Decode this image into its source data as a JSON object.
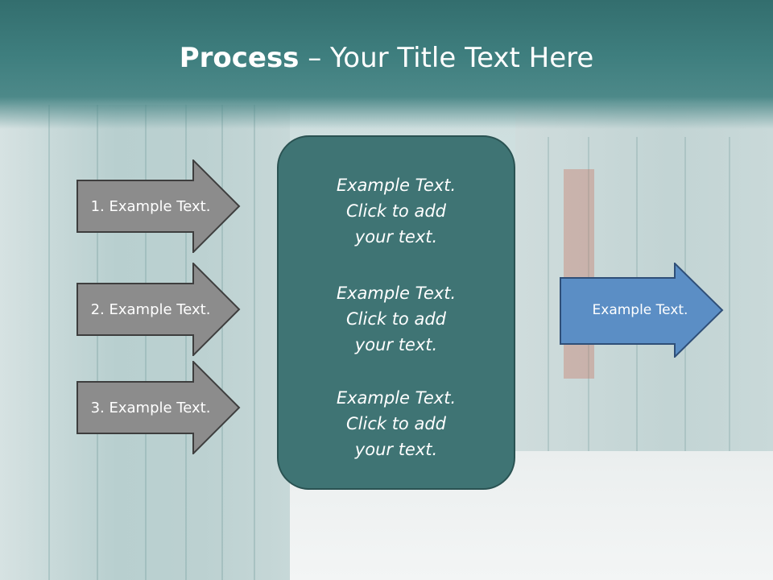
{
  "slide": {
    "title_bold": "Process",
    "title_rest": " – Your Title Text Here",
    "left_arrows": [
      {
        "label": "1. Example Text."
      },
      {
        "label": "2. Example Text."
      },
      {
        "label": "3. Example Text."
      }
    ],
    "center_box": {
      "paragraphs": [
        {
          "line1": "Example Text.",
          "line2": "Click  to add",
          "line3": "your text."
        },
        {
          "line1": "Example Text.",
          "line2": "Click  to add",
          "line3": "your text."
        },
        {
          "line1": "Example Text.",
          "line2": "Click  to add",
          "line3": "your text."
        }
      ]
    },
    "right_arrow": {
      "label": "Example Text."
    }
  },
  "colors": {
    "title_band": "#3f7f7f",
    "left_arrow_fill": "#8c8c8c",
    "center_box_fill": "#3f7474",
    "right_arrow_fill": "#5b8ec5"
  }
}
